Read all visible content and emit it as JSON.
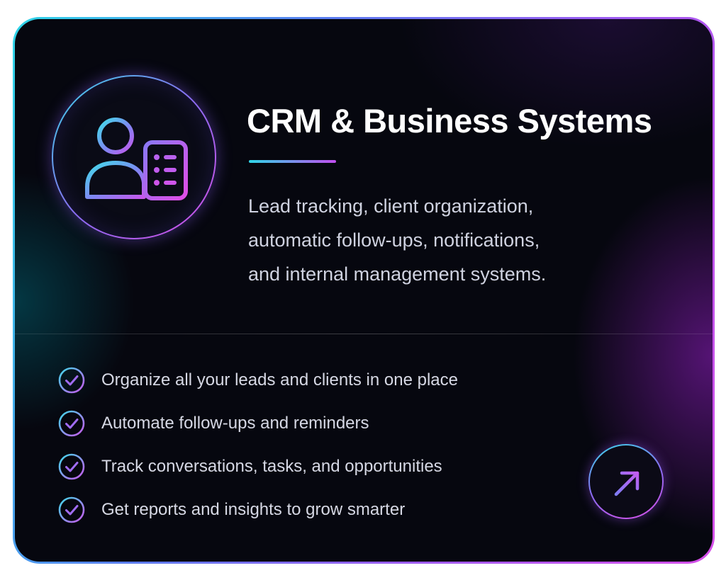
{
  "card": {
    "title": "CRM & Business Systems",
    "description_lines": [
      "Lead tracking, client organization,",
      "automatic follow-ups, notifications,",
      "and internal management systems."
    ],
    "features": [
      "Organize all your leads and clients in one place",
      "Automate follow-ups and reminders",
      "Track conversations, tasks, and opportunities",
      "Get reports and insights to grow smarter"
    ],
    "icons": {
      "hero": "user-list-icon",
      "check": "check-circle-icon",
      "action": "arrow-up-right-icon"
    }
  },
  "colors": {
    "background": "#06070f",
    "accent_cyan": "#2fd6e8",
    "accent_purple": "#9a5cf2",
    "accent_magenta": "#d64ee8",
    "text_primary": "#ffffff",
    "text_secondary": "#cfd2e0"
  }
}
